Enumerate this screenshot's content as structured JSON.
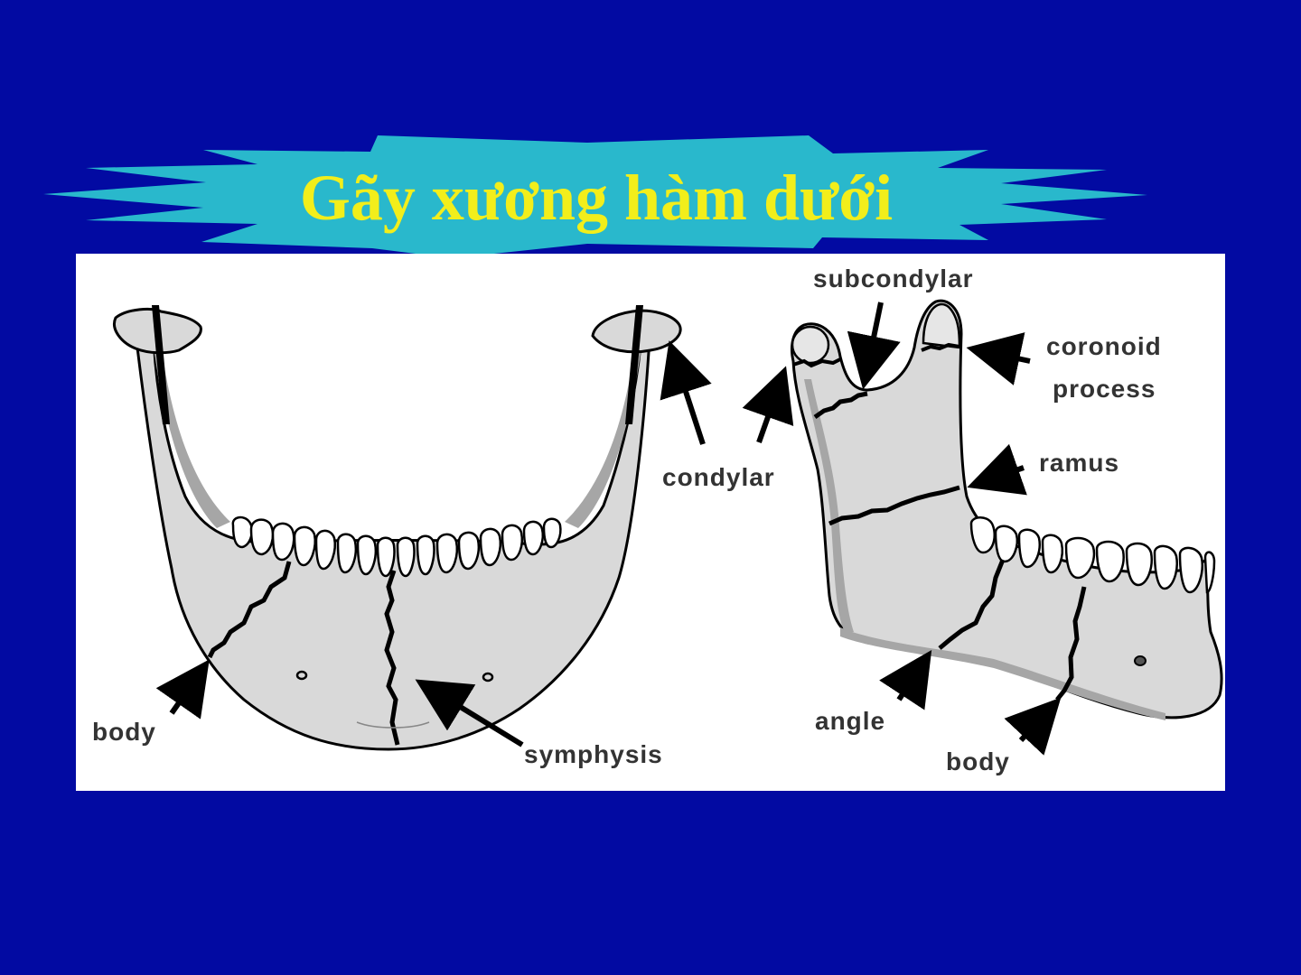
{
  "slide": {
    "title": "Gãy xương hàm dưới",
    "colors": {
      "background": "#020aa2",
      "banner": "#29b8cc",
      "title_text": "#f2ee1b",
      "bone_fill": "#d9d9d9",
      "bone_shadow": "#a6a6a6",
      "outline": "#000000"
    }
  },
  "figure": {
    "front_view": {
      "labels": {
        "body": "body",
        "symphysis": "symphysis",
        "condylar": "condylar"
      }
    },
    "side_view": {
      "labels": {
        "subcondylar": "subcondylar",
        "coronoid_line1": "coronoid",
        "coronoid_line2": "process",
        "ramus": "ramus",
        "angle": "angle",
        "body": "body"
      }
    }
  }
}
